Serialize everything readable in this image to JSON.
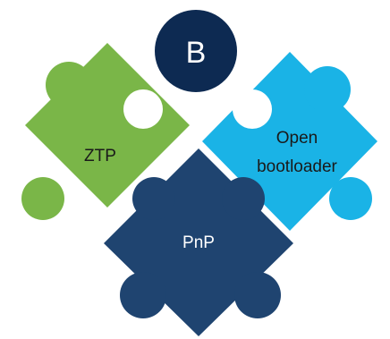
{
  "badge": {
    "label": "B",
    "color": "#0d2a52",
    "text_color": "#ffffff"
  },
  "pieces": {
    "ztp": {
      "label": "ZTP",
      "color": "#7ab648",
      "text_color": "#1a1a1a"
    },
    "open_bootloader": {
      "label_line1": "Open",
      "label_line2": "bootloader",
      "color": "#1ab3e6",
      "text_color": "#1a1a1a"
    },
    "pnp": {
      "label": "PnP",
      "color": "#1f4470",
      "text_color": "#ffffff"
    }
  }
}
